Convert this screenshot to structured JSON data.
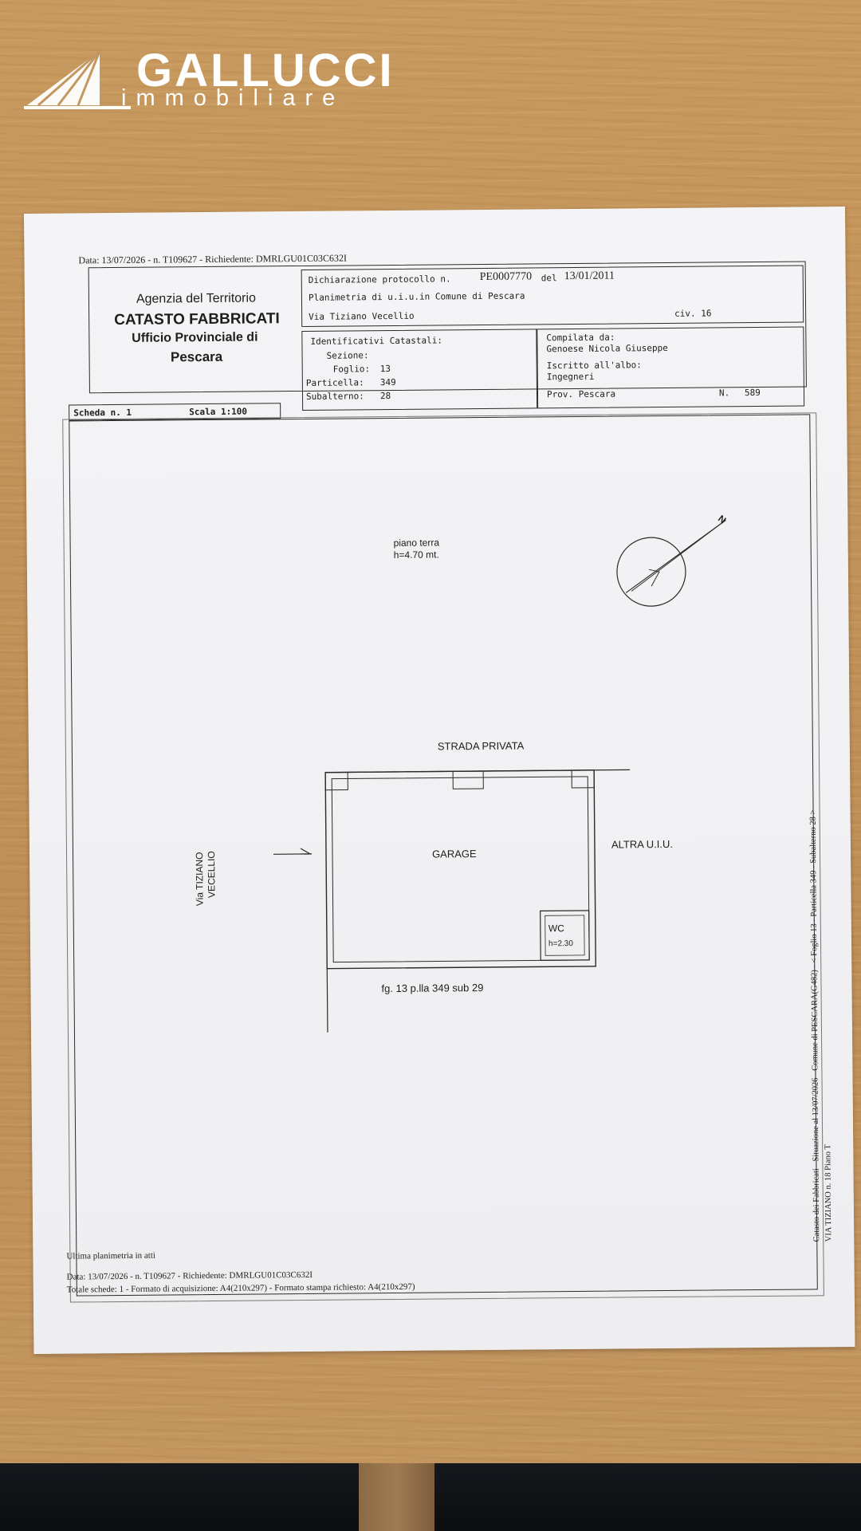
{
  "logo": {
    "brand": "GALLUCCI",
    "tagline": "immobiliare",
    "icon": "sailboat-icon"
  },
  "document": {
    "top_line": "Data: 13/07/2026 - n. T109627 - Richiedente: DMRLGU01C03C632I",
    "agency": {
      "line1": "Agenzia del Territorio",
      "line2": "CATASTO FABBRICATI",
      "line3": "Ufficio Provinciale di",
      "line4": "Pescara"
    },
    "declaration": {
      "protocol_label": "Dichiarazione protocollo n.",
      "protocol_number": "PE0007770",
      "date_label": "del",
      "date": "13/01/2011",
      "planimetry": "Planimetria di u.i.u.in Comune di Pescara",
      "address": "Via Tiziano Vecellio",
      "civic": "civ. 16"
    },
    "identifiers": {
      "heading": "Identificativi Catastali:",
      "sezione_label": "Sezione:",
      "foglio_label": "Foglio:",
      "foglio": "13",
      "particella_label": "Particella:",
      "particella": "349",
      "subalterno_label": "Subalterno:",
      "subalterno": "28"
    },
    "compiled": {
      "heading": "Compilata da:",
      "name": "Genoese Nicola Giuseppe",
      "albo_label": "Iscritto all'albo:",
      "albo": "Ingegneri",
      "prov_label": "Prov. Pescara",
      "num_label": "N.",
      "num": "589"
    },
    "scheda": {
      "label": "Scheda n. 1",
      "scale": "Scala 1:100"
    },
    "plan": {
      "floor": "piano terra",
      "height": "h=4.70 mt.",
      "north": "N",
      "road_top": "STRADA PRIVATA",
      "room": "GARAGE",
      "adjacent": "ALTRA U.I.U.",
      "street_line1": "Via TIZIANO",
      "street_line2": "VECELLIO",
      "wc": "WC",
      "wc_height": "h=2.30",
      "below": "fg. 13 p.lla 349 sub 29"
    },
    "side_text": {
      "line1": "Catasto dei Fabbricati - Situazione al 13/07/2026 - Comune di PESCARA(G482) - < Foglio 13 - Particella 349 - Subalterno 28 >",
      "line2": "VIA TIZIANO n. 18 Piano T"
    },
    "footer": {
      "last": "Ultima planimetria in atti",
      "date_line": "Data: 13/07/2026 - n. T109627 - Richiedente: DMRLGU01C03C632I",
      "totals": "Totale schede: 1 - Formato di acquisizione: A4(210x297) - Formato stampa richiesto: A4(210x297)"
    }
  }
}
